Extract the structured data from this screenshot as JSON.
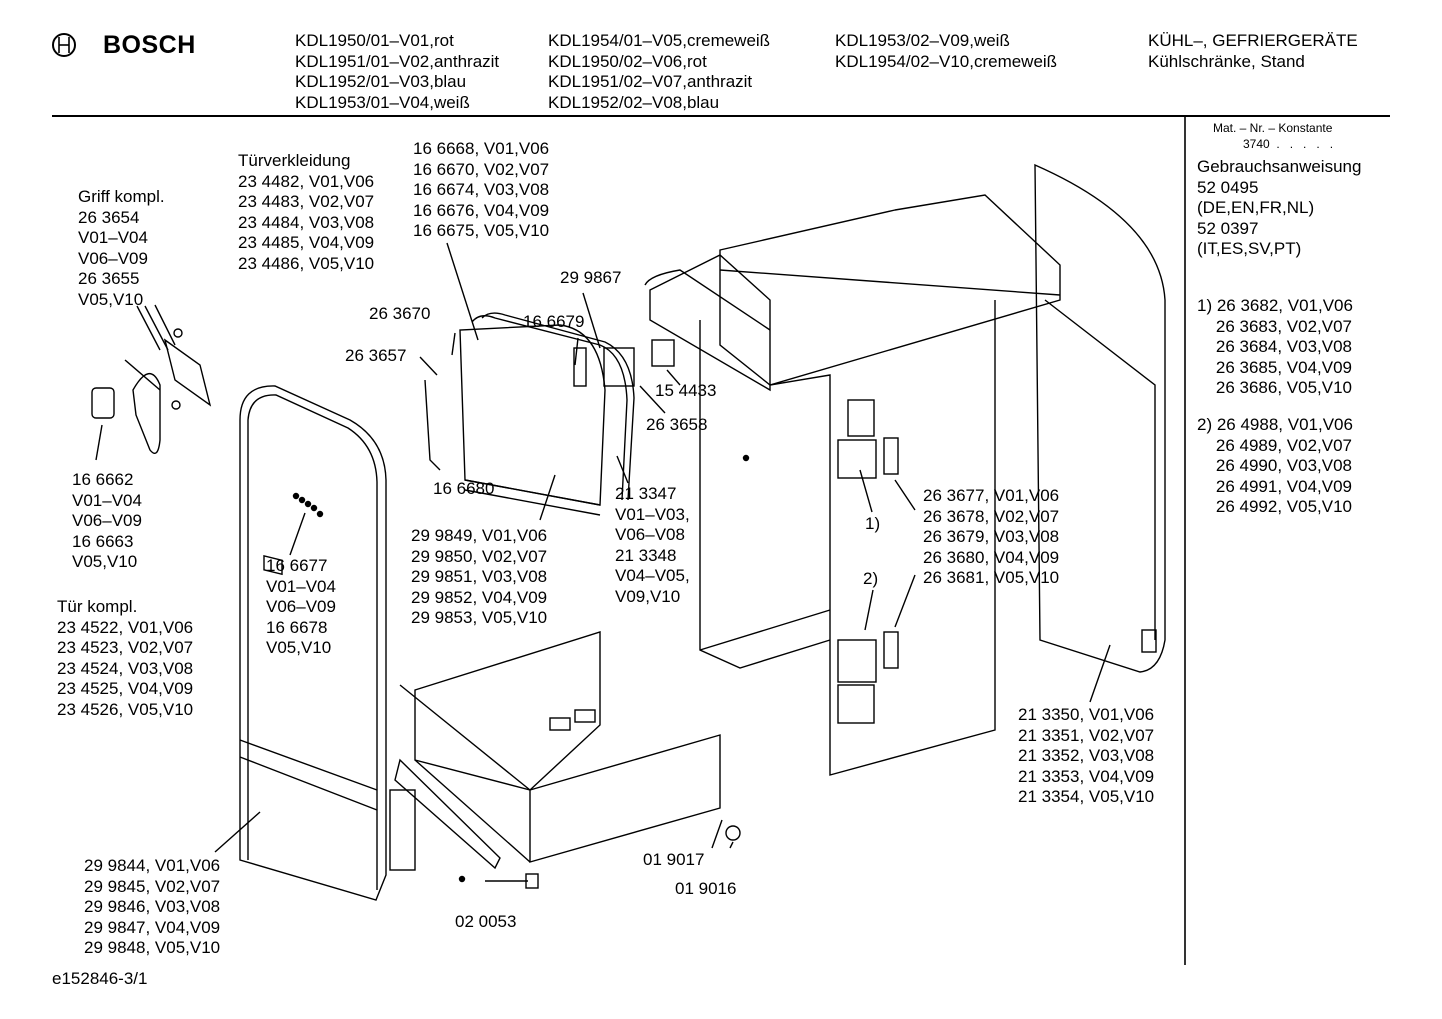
{
  "header": {
    "brand": "BOSCH",
    "models_col1": "KDL1950/01–V01,rot\nKDL1951/01–V02,anthrazit\nKDL1952/01–V03,blau\nKDL1953/01–V04,weiß",
    "models_col2": "KDL1954/01–V05,cremeweiß\nKDL1950/02–V06,rot\nKDL1951/02–V07,anthrazit\nKDL1952/02–V08,blau",
    "models_col3": "KDL1953/02–V09,weiß\nKDL1954/02–V10,cremeweiß",
    "category": "KÜHL–, GEFRIERGERÄTE\nKühlschränke, Stand"
  },
  "sidebar": {
    "mat_label": "Mat. – Nr. – Konstante",
    "mat_value": "3740  .   .   .   .   .",
    "manual": "Gebrauchsanweisung\n52 0495\n(DE,EN,FR,NL)\n52 0397\n(IT,ES,SV,PT)",
    "note1": "1) 26 3682, V01,V06\n    26 3683, V02,V07\n    26 3684, V03,V08\n    26 3685, V04,V09\n    26 3686, V05,V10",
    "note2": "2) 26 4988, V01,V06\n    26 4989, V02,V07\n    26 4990, V03,V08\n    26 4991, V04,V09\n    26 4992, V05,V10"
  },
  "labels": {
    "griff": "Griff kompl.\n26 3654\nV01–V04\nV06–V09\n26 3655\nV05,V10",
    "tuerverkleidung": "Türverkleidung\n23 4482, V01,V06\n23 4483, V02,V07\n23 4484, V03,V08\n23 4485, V04,V09\n23 4486, V05,V10",
    "p1666xx": "16 6668, V01,V06\n16 6670, V02,V07\n16 6674, V03,V08\n16 6676, V04,V09\n16 6675, V05,V10",
    "p299867": "29 9867",
    "p263670": "26 3670",
    "p166679": "16 6679",
    "p263657": "26 3657",
    "p154433": "15 4433",
    "p263658": "26 3658",
    "p166662": "16 6662\nV01–V04\nV06–V09\n16 6663\nV05,V10",
    "p166680": "16 6680",
    "p2998xx": "29 9849, V01,V06\n29 9850, V02,V07\n29 9851, V03,V08\n29 9852, V04,V09\n29 9853, V05,V10",
    "p213347": "21 3347\nV01–V03,\nV06–V08\n21 3348\nV04–V05,\nV09,V10",
    "p166677": "16 6677\nV01–V04\nV06–V09\n16 6678\nV05,V10",
    "tuer": "Tür kompl.\n23 4522, V01,V06\n23 4523, V02,V07\n23 4524, V03,V08\n23 4525, V04,V09\n23 4526, V05,V10",
    "hinges": "26 3677, V01,V06\n26 3678, V02,V07\n26 3679, V03,V08\n26 3680, V04,V09\n26 3681, V05,V10",
    "mark1": "1)",
    "mark2": "2)",
    "p2133xx": "21 3350, V01,V06\n21 3351, V02,V07\n21 3352, V03,V08\n21 3353, V04,V09\n21 3354, V05,V10",
    "p2998door": "29 9844, V01,V06\n29 9845, V02,V07\n29 9846, V03,V08\n29 9847, V04,V09\n29 9848, V05,V10",
    "p019017": "01 9017",
    "p019016": "01 9016",
    "p020053": "02 0053"
  },
  "footer": {
    "code": "e152846-3/1"
  }
}
